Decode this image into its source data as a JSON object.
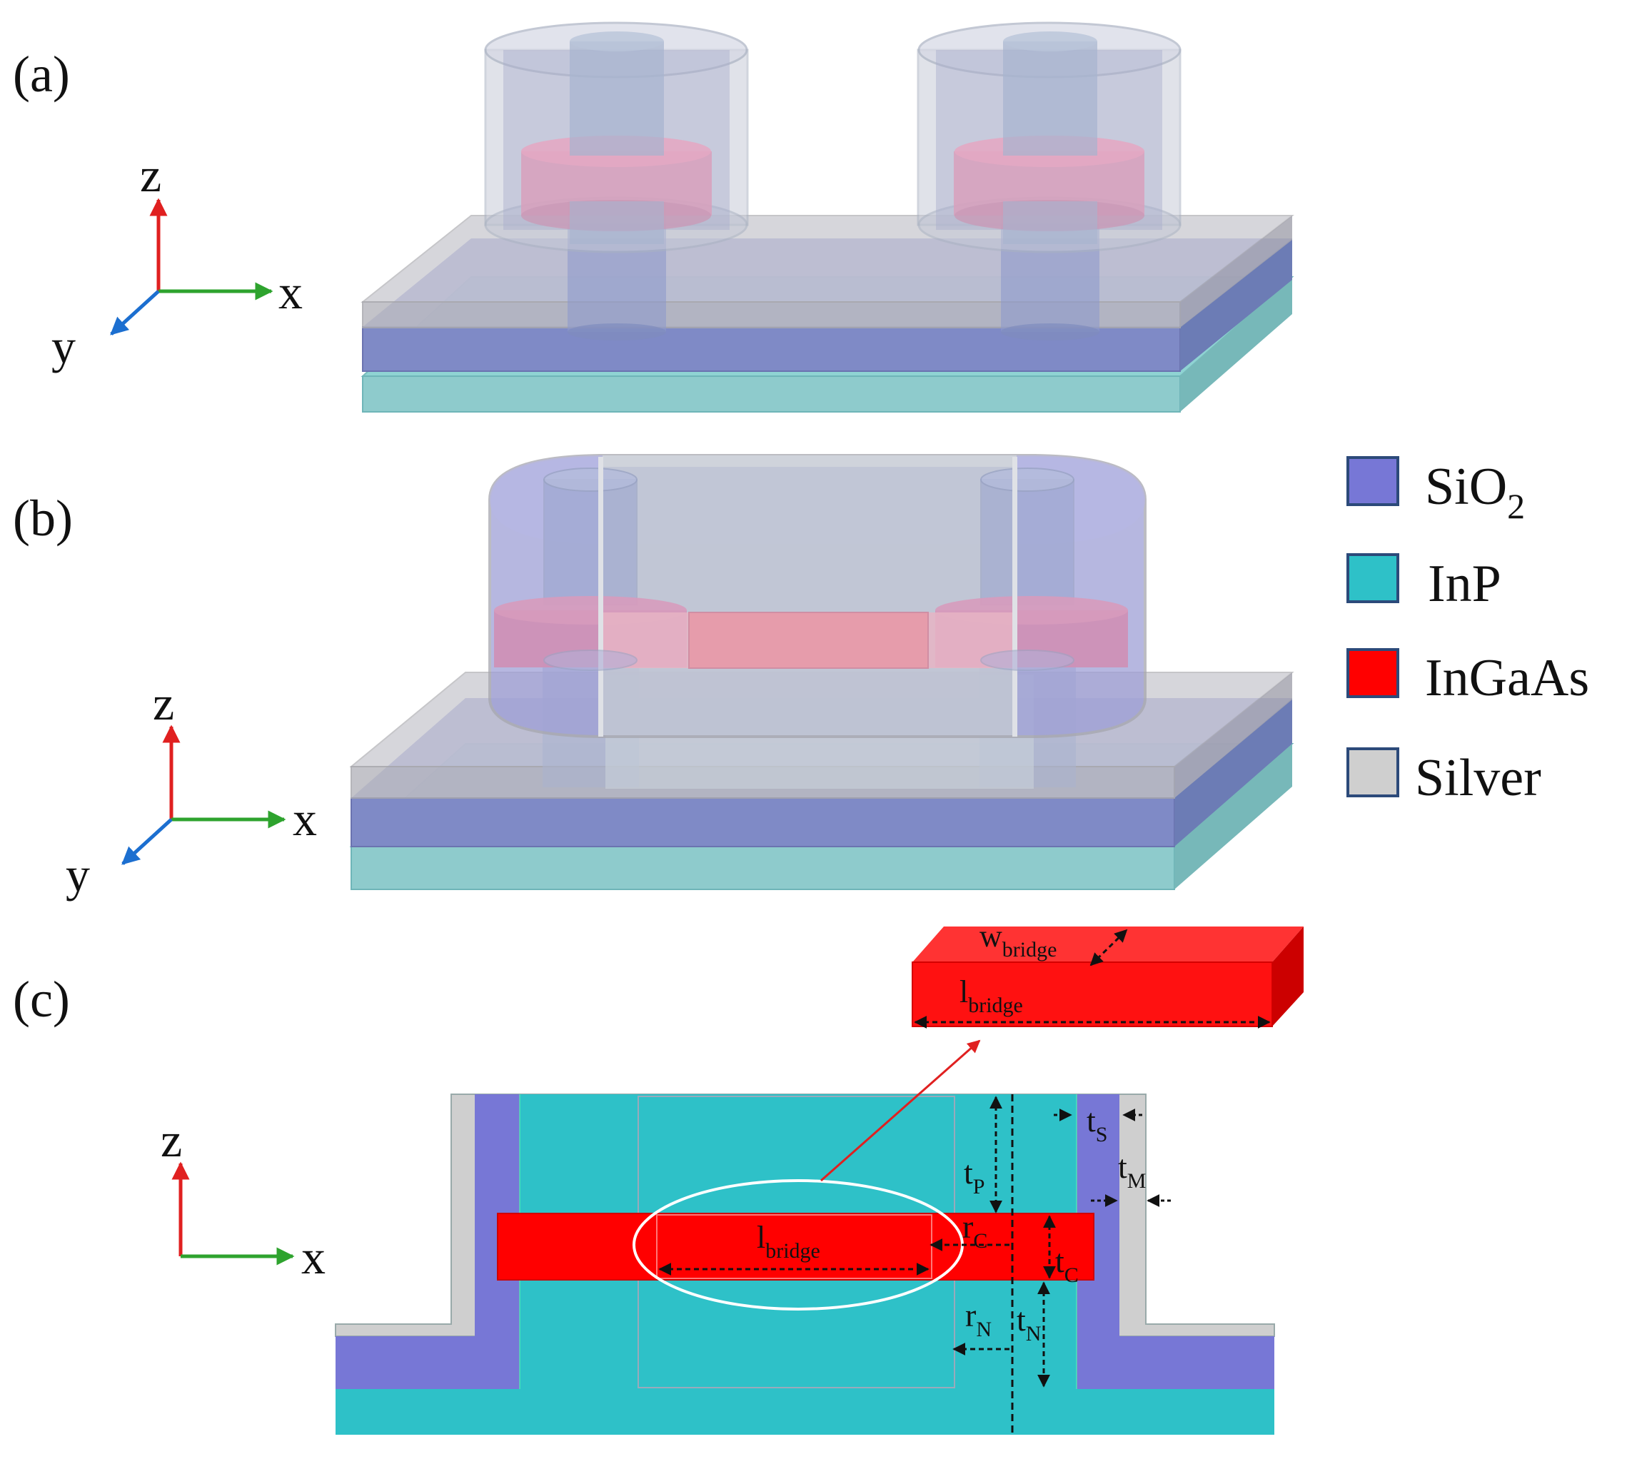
{
  "panels": {
    "a": {
      "label": "(a)"
    },
    "b": {
      "label": "(b)"
    },
    "c": {
      "label": "(c)"
    }
  },
  "axes": {
    "z": "z",
    "x": "x",
    "y": "y"
  },
  "legend": {
    "items": [
      {
        "base": "SiO",
        "sub": "2",
        "color": "#7777d6",
        "icon": "sio2-swatch"
      },
      {
        "base": "InP",
        "sub": "",
        "color": "#2ec1c8",
        "icon": "inp-swatch"
      },
      {
        "base": "InGaAs",
        "sub": "",
        "color": "#ff0000",
        "icon": "ingaas-swatch"
      },
      {
        "base": "Silver",
        "sub": "",
        "color": "#cfcfcf",
        "icon": "silver-swatch"
      }
    ]
  },
  "dims": {
    "w_bridge": {
      "base": "w",
      "sub": "bridge"
    },
    "l_bridge_top": {
      "base": "l",
      "sub": "bridge"
    },
    "l_bridge_cut": {
      "base": "l",
      "sub": "bridge"
    },
    "t_S": {
      "base": "t",
      "sub": "S"
    },
    "t_M": {
      "base": "t",
      "sub": "M"
    },
    "t_P": {
      "base": "t",
      "sub": "P"
    },
    "r_C": {
      "base": "r",
      "sub": "C"
    },
    "t_C": {
      "base": "t",
      "sub": "C"
    },
    "r_N": {
      "base": "r",
      "sub": "N"
    },
    "t_N": {
      "base": "t",
      "sub": "N"
    }
  }
}
